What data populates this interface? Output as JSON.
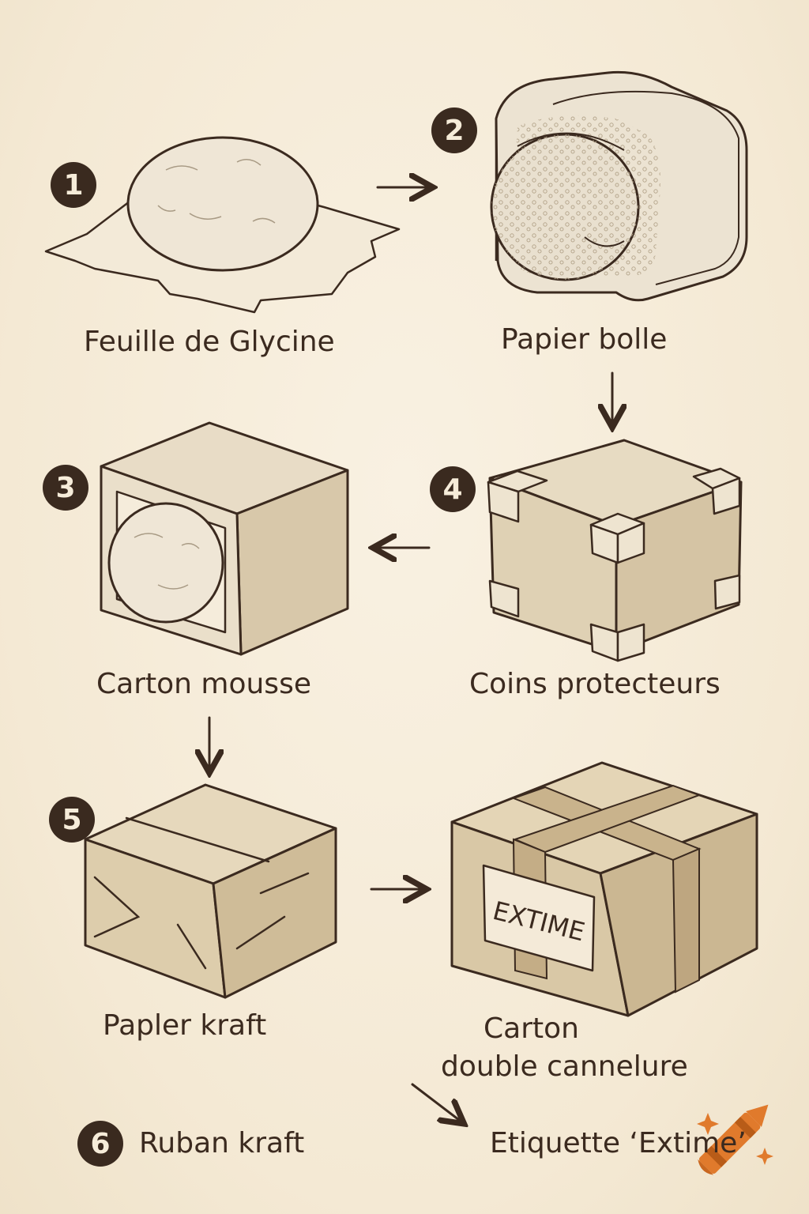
{
  "steps": [
    {
      "number": "1",
      "label": "Feuille de Glycine"
    },
    {
      "number": "2",
      "label": "Papier bolle"
    },
    {
      "number": "3",
      "label": "Carton mousse"
    },
    {
      "number": "4",
      "label": "Coins protecteurs"
    },
    {
      "number": "5",
      "label": "Papler kraft"
    },
    {
      "number": "6",
      "label": "Ruban kraft"
    }
  ],
  "final_box": {
    "label_line1": "Carton",
    "label_line2": "double cannelure",
    "sticker_text": "EXTIME"
  },
  "final_note": "Etiquette ‘Extime’",
  "colors": {
    "background": "#f6ecd9",
    "ink": "#3b2a1f",
    "kraft": "#dccbaa",
    "kraft_dark": "#cdb892",
    "accent": "#e07a2c"
  }
}
